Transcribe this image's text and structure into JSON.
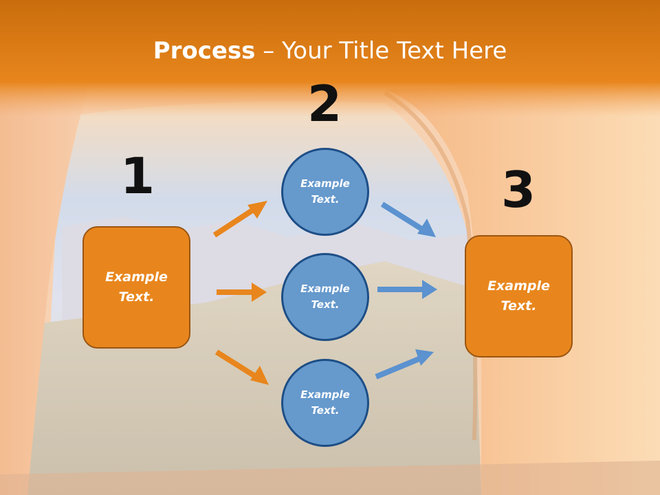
{
  "slide": {
    "title_bold": "Process",
    "title_rest": " – Your Title Text Here"
  },
  "steps": [
    {
      "number": "1",
      "text_line1": "Example",
      "text_line2": "Text."
    },
    {
      "number": "2"
    },
    {
      "number": "3",
      "text_line1": "Example",
      "text_line2": "Text."
    }
  ],
  "circles": [
    {
      "text_line1": "Example",
      "text_line2": "Text."
    },
    {
      "text_line1": "Example",
      "text_line2": "Text."
    },
    {
      "text_line1": "Example",
      "text_line2": "Text."
    }
  ],
  "colors": {
    "header_orange": "#e8861d",
    "box_fill": "#e8861d",
    "circle_fill": "#6699cc",
    "circle_border": "#1d4e86",
    "arrow_orange": "#e8861d",
    "arrow_blue": "#5b92cf"
  }
}
